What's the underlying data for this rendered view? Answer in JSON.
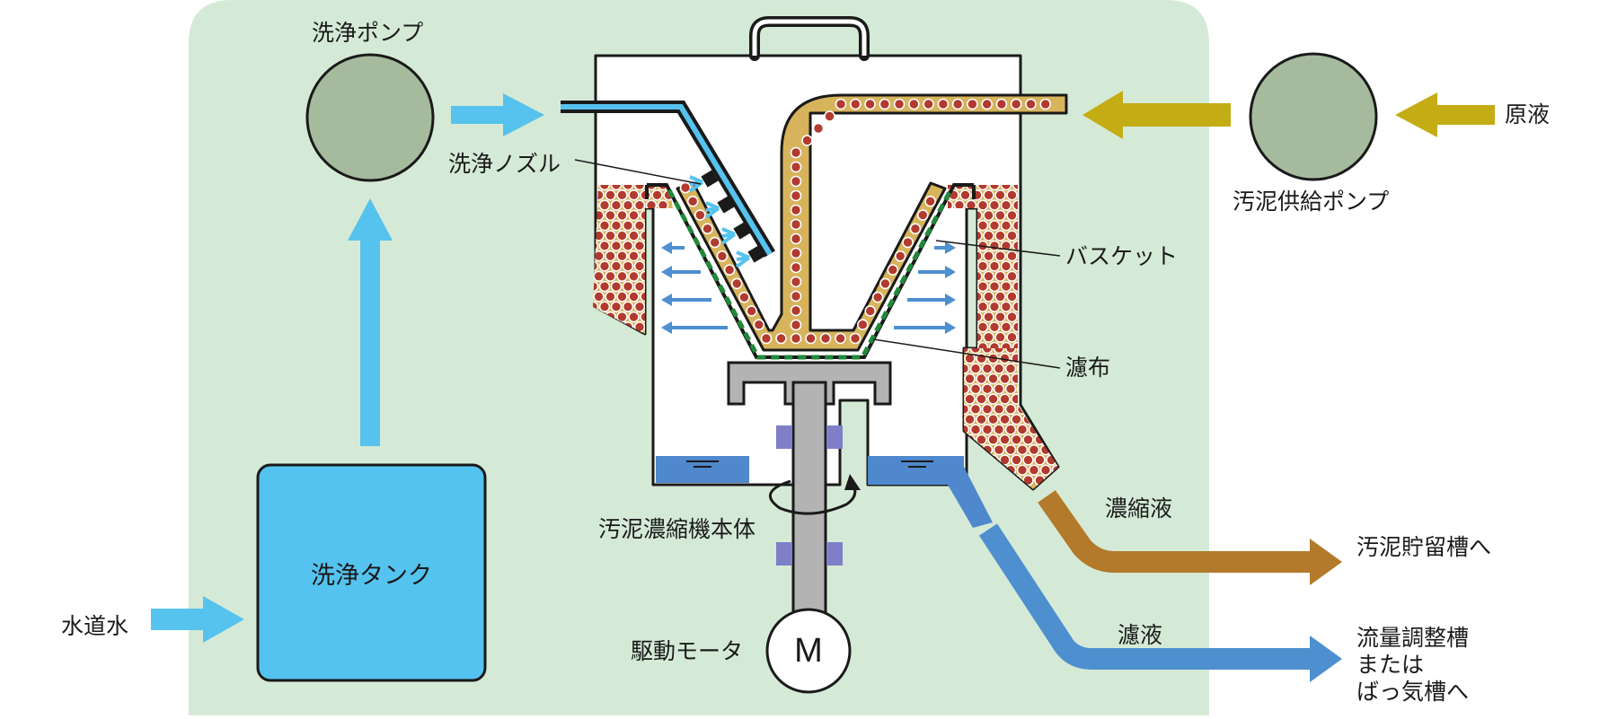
{
  "labels": {
    "wash_pump": "洗浄ポンプ",
    "wash_nozzle": "洗浄ノズル",
    "basket": "バスケット",
    "filter_cloth": "濾布",
    "raw_liquid": "原液",
    "sludge_feed_pump": "汚泥供給ポンプ",
    "wash_tank": "洗浄タンク",
    "tap_water": "水道水",
    "concentrator_body": "汚泥濃縮機本体",
    "drive_motor": "駆動モータ",
    "motor_symbol": "M",
    "concentrate": "濃縮液",
    "to_sludge_storage": "汚泥貯留槽へ",
    "filtrate": "濾液",
    "to_flow_adjust": "流量調整槽\nまたは\nばっ気槽へ"
  },
  "colors": {
    "background_panel": "#d5ead6",
    "wash_water": "#56c2ee",
    "tank_fill": "#55c3ef",
    "pump_fill": "#a6bb9e",
    "raw_liquid_arrow": "#c4ac14",
    "sludge_fill": "#d7b45c",
    "sludge_particle": "#b23a2e",
    "concentrate_arrow": "#b27a2a",
    "filtrate": "#4f88cc",
    "filtrate_arrow": "#4d8fcf",
    "filter_cloth": "#1f8a3a",
    "shaft": "#b3b3b3",
    "bearing": "#7f7fc8"
  }
}
